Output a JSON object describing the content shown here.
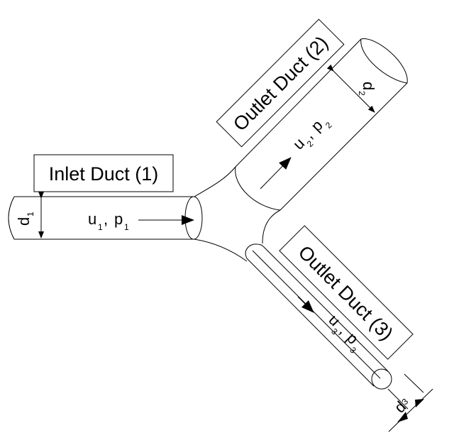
{
  "labels": {
    "inlet": "Inlet Duct (1)",
    "outlet2": "Outlet Duct (2)",
    "outlet3": "Outlet Duct (3)"
  },
  "variables": {
    "u": "u",
    "p": "p",
    "d": "d",
    "comma": ",",
    "sub1": "1",
    "sub2": "2",
    "sub3": "3"
  }
}
